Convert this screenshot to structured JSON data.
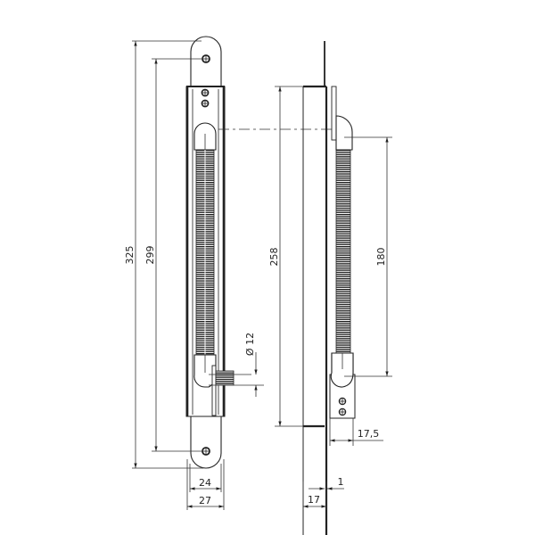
{
  "drawing": {
    "title": "Door closer spring technical drawing",
    "views": [
      "front-view",
      "side-view"
    ],
    "line_color": "#222222",
    "background": "#ffffff"
  },
  "dimensions": {
    "overall_length": "325",
    "hole_spacing": "299",
    "body_length": "258",
    "spring_length": "180",
    "bolt_diameter": "Ø 12",
    "inner_width": "24",
    "outer_width": "27",
    "side_offset": "17,5",
    "plate_thickness": "1",
    "side_depth": "17"
  }
}
